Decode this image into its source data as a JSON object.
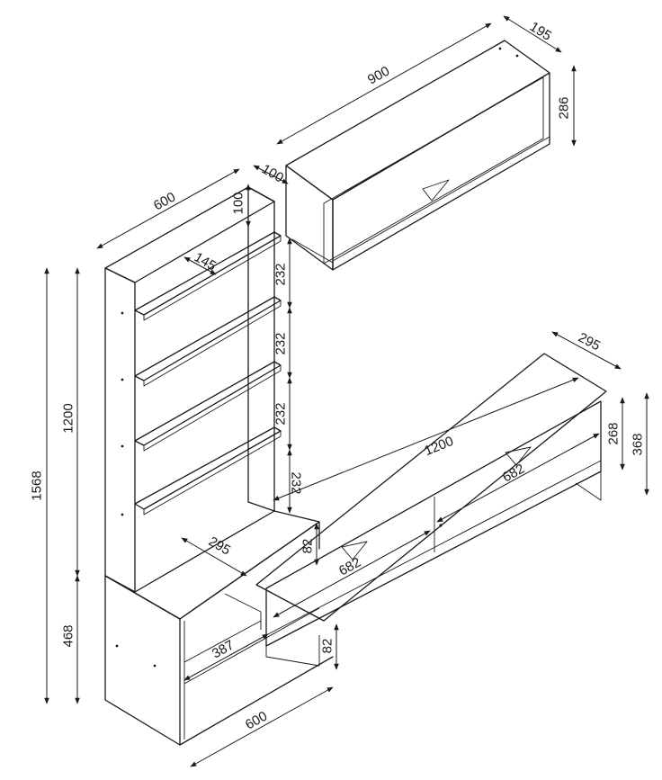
{
  "dimensions": {
    "top_cabinet_width": "900",
    "top_cabinet_depth": "195",
    "top_cabinet_height": "286",
    "gap_to_cabinet": "100",
    "shelf_tower_gap_top": "100",
    "shelf_tower_depth": "600",
    "shelf_depth": "145",
    "shelf_spacing_1": "232",
    "shelf_spacing_2": "232",
    "shelf_spacing_3": "232",
    "shelf_spacing_4": "232",
    "tower_height": "1200",
    "total_height": "1568",
    "base_height": "468",
    "base_width": "600",
    "base_inner_depth": "295",
    "base_niche_width": "387",
    "tv_unit_depth": "295",
    "tv_unit_length": "1200",
    "tv_unit_height_inner": "268",
    "tv_unit_height_outer": "368",
    "tv_drawer_width_right": "682",
    "tv_drawer_width_left": "682",
    "tv_drawer_height": "82",
    "tv_leg_height": "82"
  }
}
